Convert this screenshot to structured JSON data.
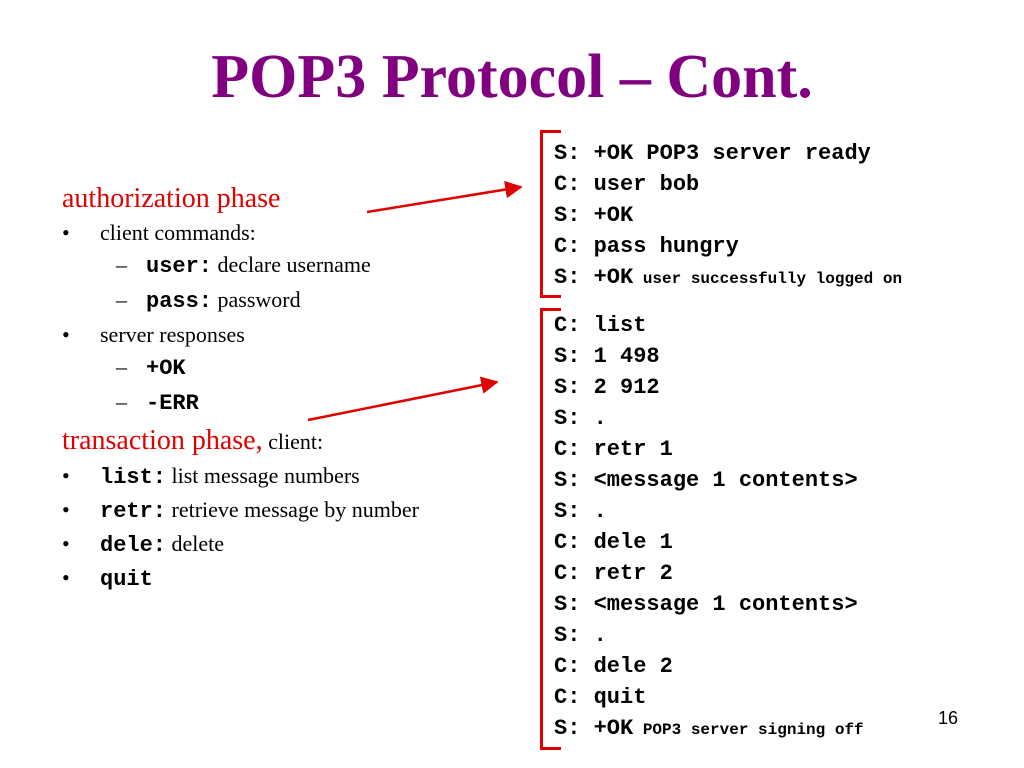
{
  "title": "POP3 Protocol – Cont.",
  "authorization": {
    "heading": "authorization phase",
    "bullets": {
      "client_commands": "client commands:",
      "user_cmd": "user:",
      "user_desc": " declare username",
      "pass_cmd": "pass:",
      "pass_desc": " password",
      "server_responses": "server responses",
      "ok": "+OK",
      "err": "-ERR"
    }
  },
  "transaction": {
    "heading": "transaction phase,",
    "heading_tail": " client:",
    "items": [
      {
        "cmd": "list:",
        "desc": " list message numbers"
      },
      {
        "cmd": "retr:",
        "desc": " retrieve message by number"
      },
      {
        "cmd": "dele:",
        "desc": " delete"
      },
      {
        "cmd": "quit",
        "desc": ""
      }
    ]
  },
  "auth_dialog": [
    {
      "main": "S: +OK POP3 server ready",
      "small": ""
    },
    {
      "main": "C: user bob",
      "small": ""
    },
    {
      "main": "S: +OK",
      "small": ""
    },
    {
      "main": "C: pass hungry",
      "small": ""
    },
    {
      "main": "S: +OK",
      "small": " user successfully logged on"
    }
  ],
  "transaction_dialog": [
    {
      "main": "C: list",
      "small": ""
    },
    {
      "main": "S: 1 498",
      "small": ""
    },
    {
      "main": "S: 2 912",
      "small": ""
    },
    {
      "main": "S: .",
      "small": ""
    },
    {
      "main": "C: retr 1",
      "small": ""
    },
    {
      "main": "S: <message 1 contents>",
      "small": ""
    },
    {
      "main": "S: .",
      "small": ""
    },
    {
      "main": "C: dele 1",
      "small": ""
    },
    {
      "main": "C: retr 2",
      "small": ""
    },
    {
      "main": "S: <message 1 contents>",
      "small": ""
    },
    {
      "main": "S: .",
      "small": ""
    },
    {
      "main": "C: dele 2",
      "small": ""
    },
    {
      "main": "C: quit",
      "small": ""
    },
    {
      "main": "S: +OK",
      "small": " POP3 server signing off"
    }
  ],
  "page_number": "16",
  "colors": {
    "title": "#800080",
    "accent": "#e00000"
  }
}
